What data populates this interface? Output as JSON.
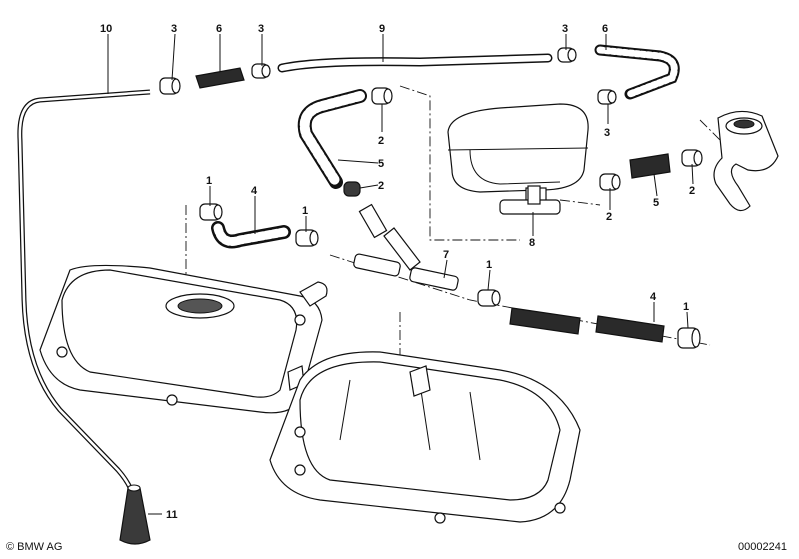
{
  "callouts": [
    {
      "id": "10"
    },
    {
      "id": "3"
    },
    {
      "id": "6"
    },
    {
      "id": "3"
    },
    {
      "id": "9"
    },
    {
      "id": "3"
    },
    {
      "id": "6"
    },
    {
      "id": "2"
    },
    {
      "id": "3"
    },
    {
      "id": "5"
    },
    {
      "id": "2"
    },
    {
      "id": "1"
    },
    {
      "id": "4"
    },
    {
      "id": "1"
    },
    {
      "id": "7"
    },
    {
      "id": "8"
    },
    {
      "id": "2"
    },
    {
      "id": "5"
    },
    {
      "id": "2"
    },
    {
      "id": "1"
    },
    {
      "id": "4"
    },
    {
      "id": "1"
    },
    {
      "id": "11"
    }
  ],
  "footer": {
    "copyright": "© BMW AG",
    "image_number": "00002241"
  }
}
